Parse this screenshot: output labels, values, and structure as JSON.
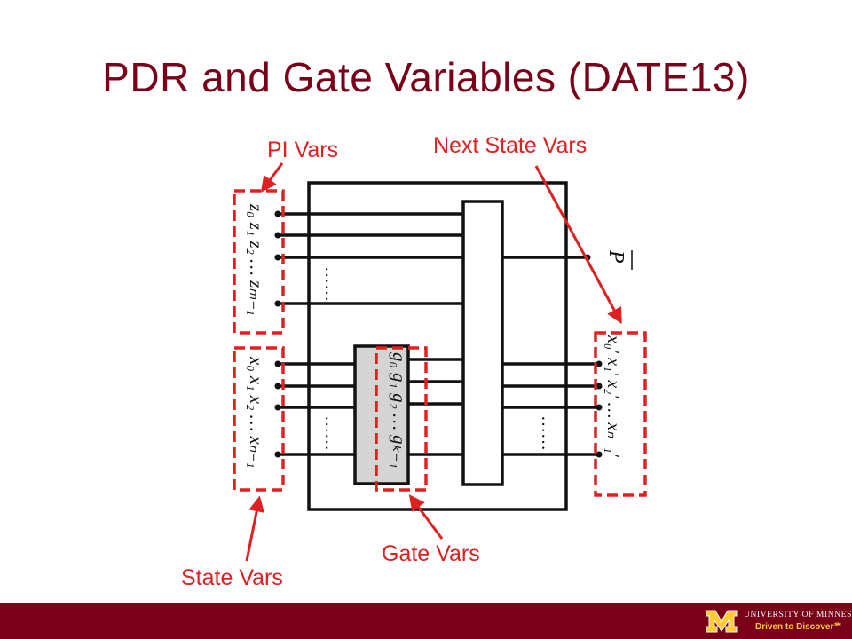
{
  "title": "PDR and Gate Variables (DATE13)",
  "callouts": {
    "pi_vars": "PI Vars",
    "next_state_vars": "Next State Vars",
    "gate_vars": "Gate Vars",
    "state_vars": "State Vars"
  },
  "diagram": {
    "pi_inputs": "z₀ z₁ z₂ … zₘ₋₁",
    "state_inputs": "x₀ x₁ x₂ … xₙ₋₁",
    "gate_outputs": "g₀ g₁ g₂ … gₖ₋₁",
    "next_state_outputs": "x₀′ x₁′ x₂′ … xₙ₋₁′",
    "property_output": "P",
    "ellipsis": "……"
  },
  "footer": {
    "university_name": "UNIVERSITY OF MINNESOTA",
    "tagline": "Driven to Discover℠"
  },
  "colors": {
    "maroon": "#7a0019",
    "gold": "#ffcc33",
    "callout_red": "#e02020",
    "gate_block_gray": "#d4d4d4"
  }
}
